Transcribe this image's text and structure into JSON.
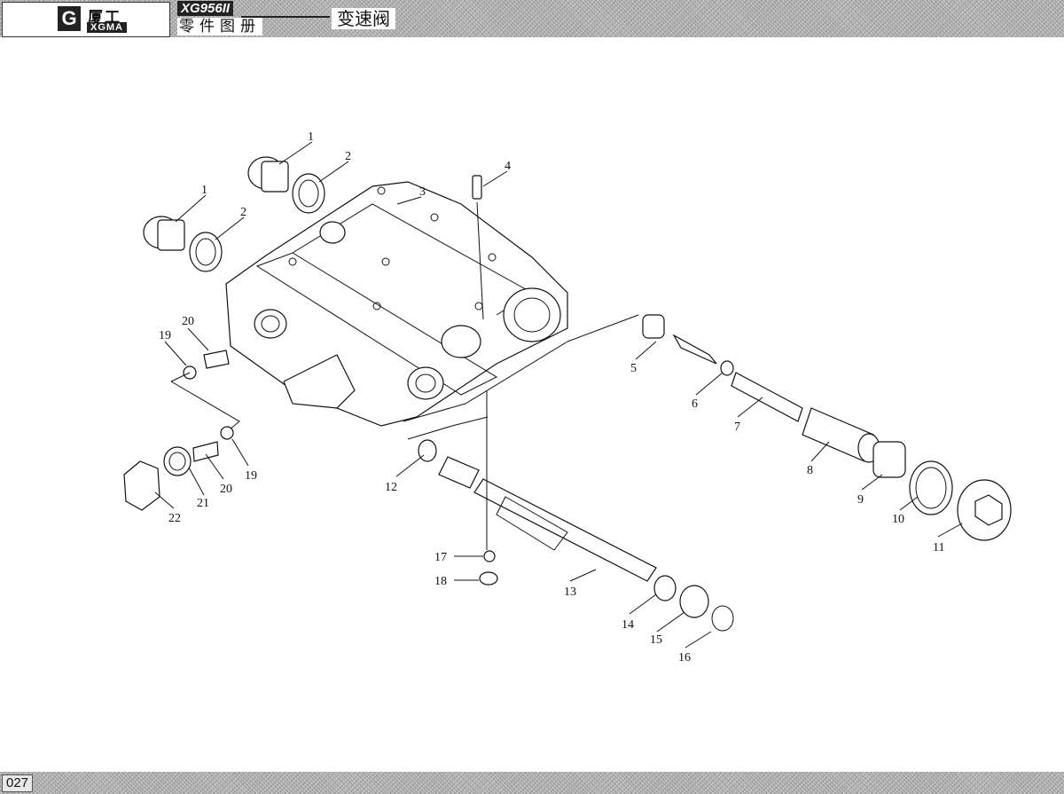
{
  "header": {
    "logo_mark": "G",
    "logo_cn": "厦工",
    "logo_en": "XGMA",
    "model": "XG956II",
    "subtitle": "零件图册",
    "section_title": "变速阀"
  },
  "footer": {
    "page": "027"
  },
  "callouts": [
    {
      "id": "c1a",
      "text": "1"
    },
    {
      "id": "c2a",
      "text": "2"
    },
    {
      "id": "c1b",
      "text": "1"
    },
    {
      "id": "c2b",
      "text": "2"
    },
    {
      "id": "c3",
      "text": "3"
    },
    {
      "id": "c4",
      "text": "4"
    },
    {
      "id": "c5",
      "text": "5"
    },
    {
      "id": "c6",
      "text": "6"
    },
    {
      "id": "c7",
      "text": "7"
    },
    {
      "id": "c8",
      "text": "8"
    },
    {
      "id": "c9",
      "text": "9"
    },
    {
      "id": "c10",
      "text": "10"
    },
    {
      "id": "c11",
      "text": "11"
    },
    {
      "id": "c12",
      "text": "12"
    },
    {
      "id": "c13",
      "text": "13"
    },
    {
      "id": "c14",
      "text": "14"
    },
    {
      "id": "c15",
      "text": "15"
    },
    {
      "id": "c16",
      "text": "16"
    },
    {
      "id": "c17",
      "text": "17"
    },
    {
      "id": "c18",
      "text": "18"
    },
    {
      "id": "c19a",
      "text": "19"
    },
    {
      "id": "c20a",
      "text": "20"
    },
    {
      "id": "c19b",
      "text": "19"
    },
    {
      "id": "c20b",
      "text": "20"
    },
    {
      "id": "c21",
      "text": "21"
    },
    {
      "id": "c22",
      "text": "22"
    }
  ]
}
